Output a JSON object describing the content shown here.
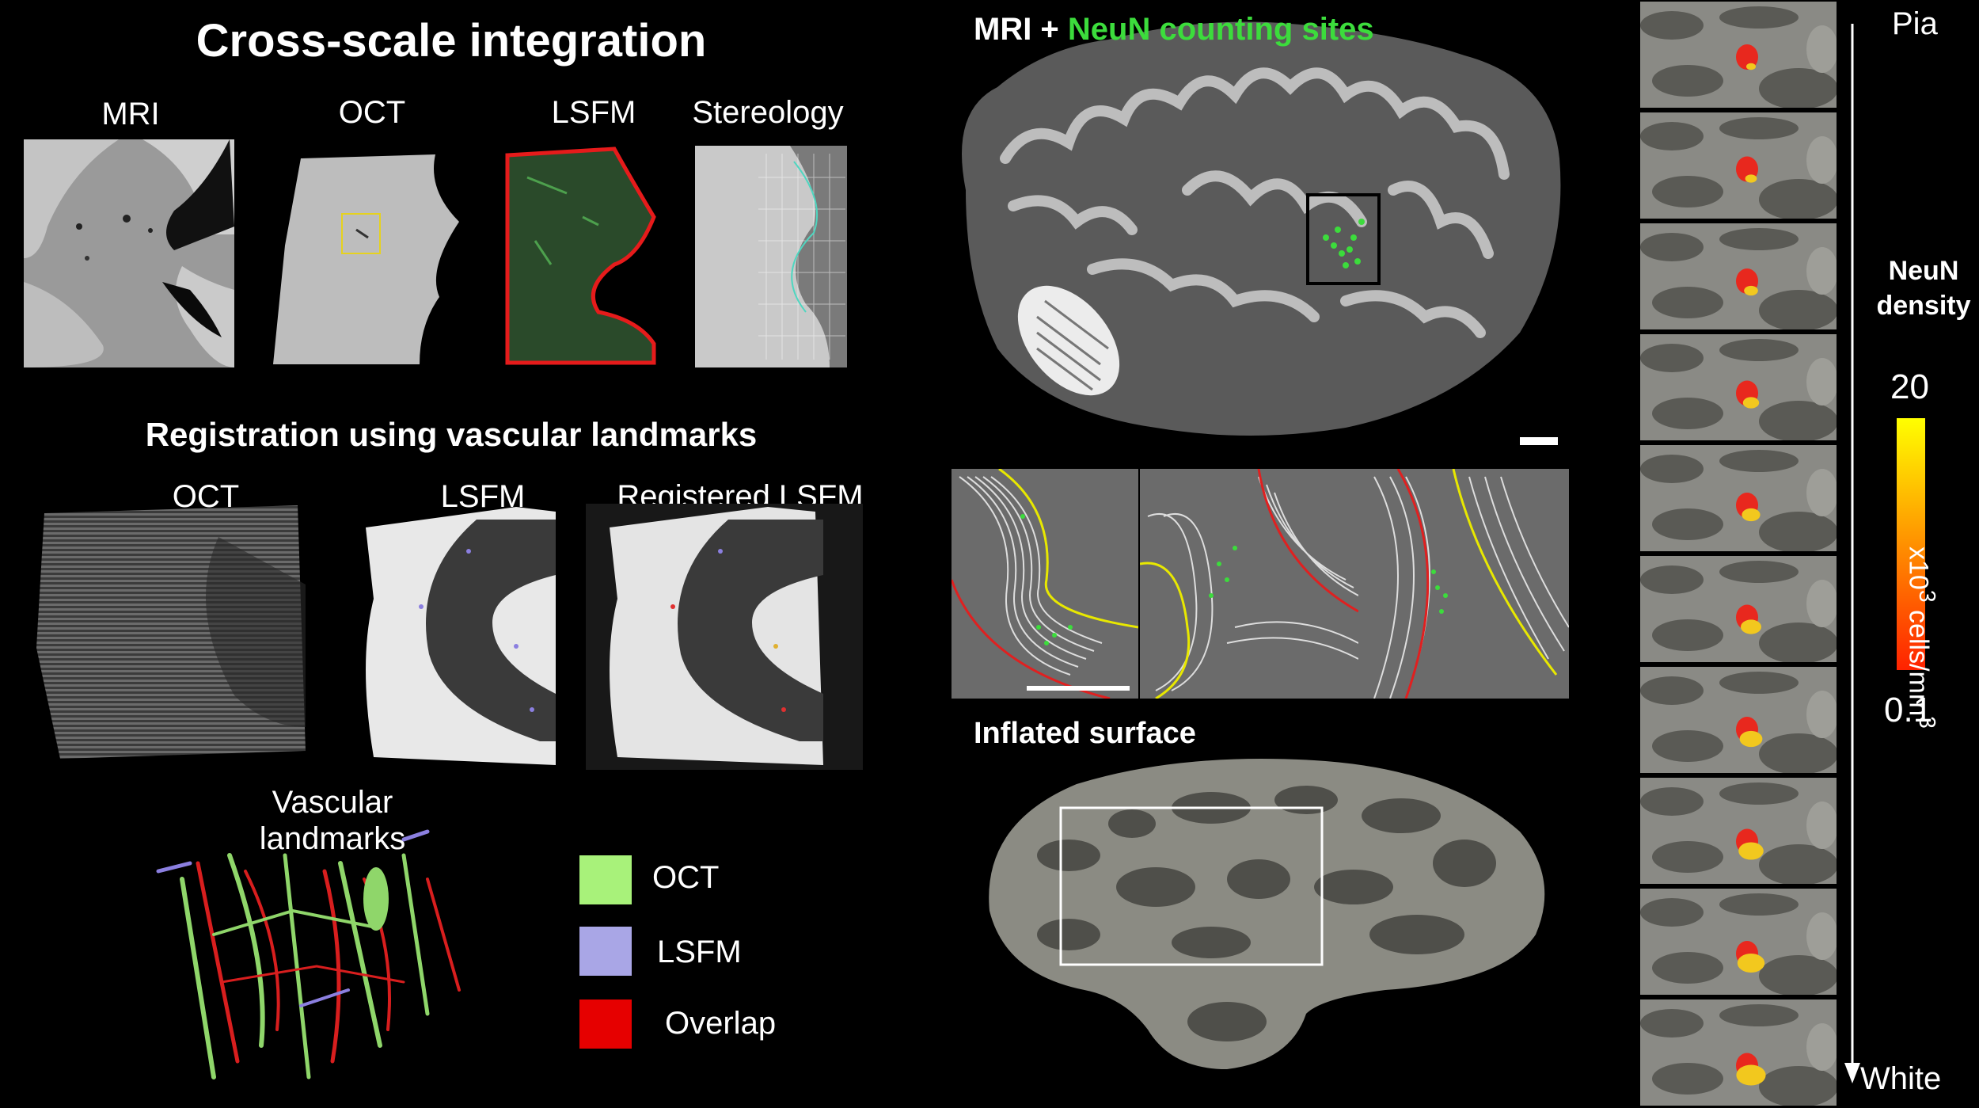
{
  "left": {
    "title": "Cross-scale integration",
    "modalities": [
      "MRI",
      "OCT",
      "LSFM",
      "Stereology"
    ],
    "registration_title": "Registration using vascular landmarks",
    "registration_labels": [
      "OCT",
      "LSFM",
      "Registered LSFM"
    ],
    "vascular_label_line1": "Vascular",
    "vascular_label_line2": "landmarks",
    "legend": [
      {
        "label": "OCT",
        "color": "#a8f27a"
      },
      {
        "label": "LSFM",
        "color": "#a9a6e6"
      },
      {
        "label": "Overlap",
        "color": "#e60000"
      }
    ]
  },
  "middle": {
    "mri_title_white": "MRI +",
    "mri_title_green": "NeuN counting sites",
    "inflated_title": "Inflated surface"
  },
  "right": {
    "top_label": "Pia",
    "bottom_label": "White",
    "density_label_line1": "NeuN",
    "density_label_line2": "density",
    "scale_max": "20",
    "scale_min": "0.1",
    "unit_prefix": "x10",
    "unit_exp1": "3",
    "unit_mid": " cells/mm",
    "unit_exp2": "3",
    "colors": {
      "low": "#ff2200",
      "high": "#ffff00"
    }
  }
}
